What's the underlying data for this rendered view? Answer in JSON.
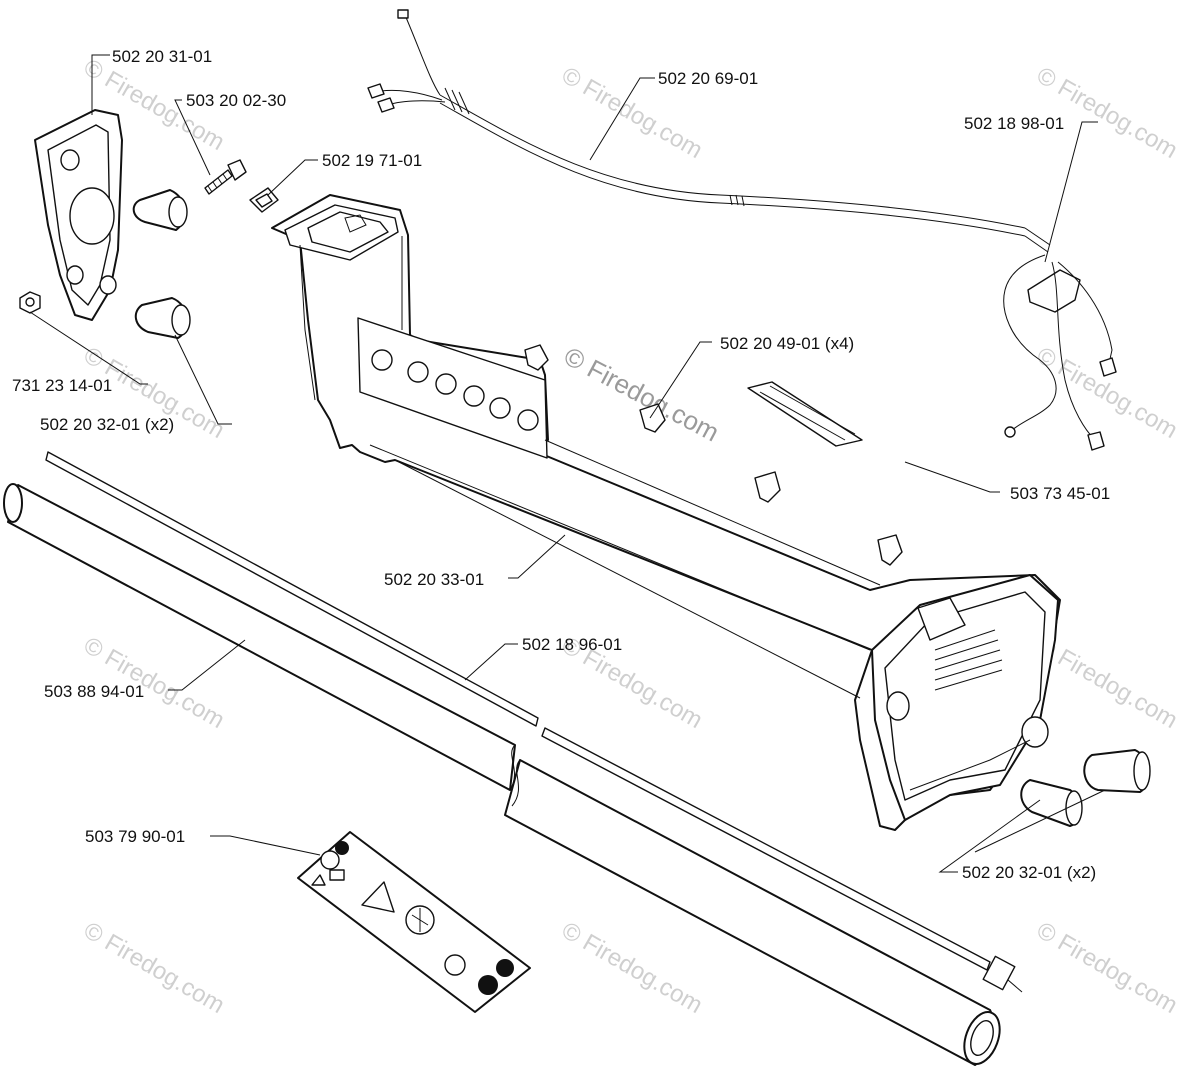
{
  "watermark": {
    "text": "© Firedog.com"
  },
  "parts": [
    {
      "id": "p1",
      "number": "502 20 31-01"
    },
    {
      "id": "p2",
      "number": "503 20 02-30"
    },
    {
      "id": "p3",
      "number": "502 19 71-01"
    },
    {
      "id": "p4",
      "number": "502 20 69-01"
    },
    {
      "id": "p5",
      "number": "502 18 98-01"
    },
    {
      "id": "p6",
      "number": "731 23 14-01"
    },
    {
      "id": "p7",
      "number": "502 20 32-01 (x2)"
    },
    {
      "id": "p8",
      "number": "502 20 49-01 (x4)"
    },
    {
      "id": "p9",
      "number": "503 73 45-01"
    },
    {
      "id": "p10",
      "number": "502 20 33-01"
    },
    {
      "id": "p11",
      "number": "502 18 96-01"
    },
    {
      "id": "p12",
      "number": "503 88 94-01"
    },
    {
      "id": "p13",
      "number": "503 79 90-01"
    },
    {
      "id": "p14",
      "number": "502 20 32-01 (x2)"
    }
  ],
  "colors": {
    "line": "#111111",
    "background": "#ffffff",
    "watermark": "#cfcfcf"
  }
}
